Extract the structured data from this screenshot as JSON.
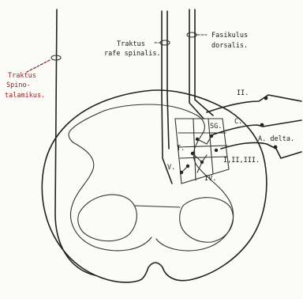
{
  "labels": {
    "traktus_rafe_1": "Traktus",
    "traktus_rafe_2": "rafe spinalis.",
    "fasikulus_1": "Fasikulus",
    "fasikulus_2": "dorsalis.",
    "spino_1": "Traktus",
    "spino_2": "Spino-",
    "spino_3": "talamikus.",
    "fiber_II": "II.",
    "fiber_C": "C.",
    "fiber_A_delta": "A. delta.",
    "lamina_SG": "SG.",
    "lamina_T": "T.",
    "lamina_V": "V.",
    "lamina_IV": "IV.",
    "lamina_I_II_III": "I,II,III."
  },
  "colors": {
    "ink": "#222222",
    "accent_red": "#8b2525"
  }
}
